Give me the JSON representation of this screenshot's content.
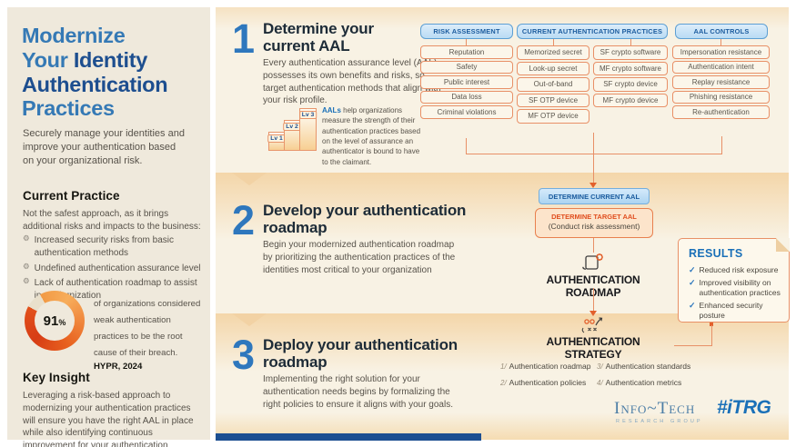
{
  "sidebar": {
    "title": {
      "l1": "Modernize",
      "l2a": "Your ",
      "l2b": "Identity",
      "l3": "Authentication",
      "l4": "Practices"
    },
    "subtitle": "Securely manage your identities and improve your authentication based on your organizational risk.",
    "current_practice": {
      "heading": "Current Practice",
      "intro": "Not the safest approach, as it brings additional risks and impacts to the business:",
      "bullets": [
        "Increased security risks from basic authentication methods",
        "Undefined authentication assurance level",
        "Lack of authentication roadmap to assist in modernization"
      ]
    },
    "stat": {
      "value": "91",
      "unit": "%",
      "text": "of organizations considered weak authentication practices to be the root cause of their breach.",
      "source": "HYPR, 2024"
    },
    "key_insight": {
      "heading": "Key Insight",
      "text": "Leveraging a risk-based approach to modernizing your authentication practices will ensure you have the right AAL in place while also identifying continuous improvement for your authentication lifecycle."
    }
  },
  "steps": [
    {
      "number": "1",
      "title": "Determine your current AAL",
      "body": "Every authentication assurance level (AAL) possesses its own benefits and risks, so target authentication methods that align with your risk profile."
    },
    {
      "number": "2",
      "title": "Develop your authentication roadmap",
      "body": "Begin your modernized authentication roadmap by prioritizing the authentication practices of the identities most critical to your organization"
    },
    {
      "number": "3",
      "title": "Deploy your authentication roadmap",
      "body": "Implementing the right solution for your authentication needs begins by formalizing the right policies to ensure it aligns with your goals."
    }
  ],
  "aal_levels": [
    "Lv 1",
    "Lv 2",
    "Lv 3"
  ],
  "aal_note": {
    "lead": "AALs",
    "text": " help organizations measure the strength of their authentication practices based on the level of assurance an authenticator is bound to have to the claimant."
  },
  "columns": {
    "risk": {
      "header": "RISK ASSESSMENT",
      "items": [
        "Reputation",
        "Safety",
        "Public interest",
        "Data loss",
        "Criminal violations"
      ]
    },
    "practices": {
      "header": "CURRENT AUTHENTICATION PRACTICES",
      "left": [
        "Memorized secret",
        "Look-up secret",
        "Out-of-band",
        "SF OTP device",
        "MF OTP device"
      ],
      "right": [
        "SF crypto software",
        "MF crypto software",
        "SF crypto device",
        "MF crypto device"
      ]
    },
    "controls": {
      "header": "AAL CONTROLS",
      "items": [
        "Impersonation resistance",
        "Authentication intent",
        "Replay resistance",
        "Phishing resistance",
        "Re-authentication"
      ]
    }
  },
  "flow": {
    "current_aal": "DETERMINE CURRENT AAL",
    "target_aal": "DETERMINE TARGET AAL",
    "target_aal_sub": "(Conduct risk assessment)",
    "roadmap_label": "AUTHENTICATION ROADMAP",
    "strategy_label": "AUTHENTICATION STRATEGY",
    "strategy_items": [
      {
        "num": "1/",
        "label": "Authentication roadmap"
      },
      {
        "num": "2/",
        "label": "Authentication policies"
      },
      {
        "num": "3/",
        "label": "Authentication standards"
      },
      {
        "num": "4/",
        "label": "Authentication metrics"
      }
    ]
  },
  "results": {
    "heading": "RESULTS",
    "items": [
      "Reduced risk exposure",
      "Improved visibility on authentication practices",
      "Enhanced security posture"
    ]
  },
  "footer": {
    "logo_main": "Info~Tech",
    "logo_sub": "RESEARCH GROUP",
    "logo_tag": "#iTRG"
  },
  "icons": {
    "gear": "⚙",
    "check": "✓"
  },
  "colors": {
    "blue": "#2e77bd",
    "dark_blue": "#1d4e8f",
    "orange": "#e2602c",
    "border_orange": "#e89067",
    "donut_dark": "#d9411c",
    "donut_light": "#f59d4e",
    "bar_blue": "#1d4f91"
  }
}
